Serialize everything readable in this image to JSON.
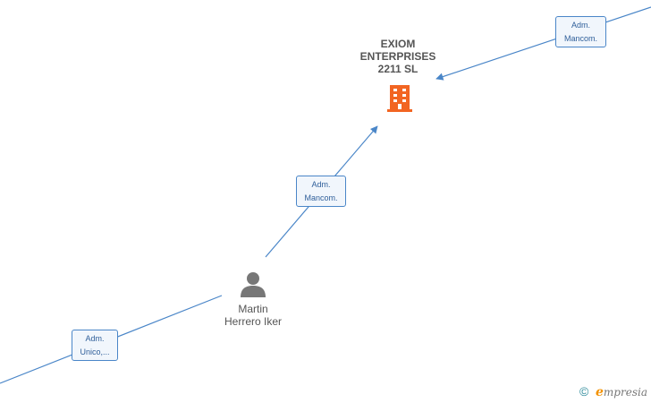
{
  "company": {
    "name_line1": "EXIOM",
    "name_line2": "ENTERPRISES",
    "name_line3": "2211  SL",
    "icon": "building-icon",
    "icon_color": "#f26522"
  },
  "person": {
    "name_line1": "Martin",
    "name_line2": "Herrero Iker",
    "icon": "person-icon",
    "icon_color": "#777777"
  },
  "edges": [
    {
      "id": "top",
      "line1": "Adm.",
      "line2": "Mancom."
    },
    {
      "id": "mid",
      "line1": "Adm.",
      "line2": "Mancom."
    },
    {
      "id": "bottom",
      "line1": "Adm.",
      "line2": "Unico,..."
    }
  ],
  "colors": {
    "edge_line": "#4a86c8",
    "edge_label_border": "#4a86c8",
    "edge_label_background": "#f1f6fc"
  },
  "footer": {
    "copyright": "©",
    "brand_initial": "e",
    "brand_rest": "mpresia"
  }
}
